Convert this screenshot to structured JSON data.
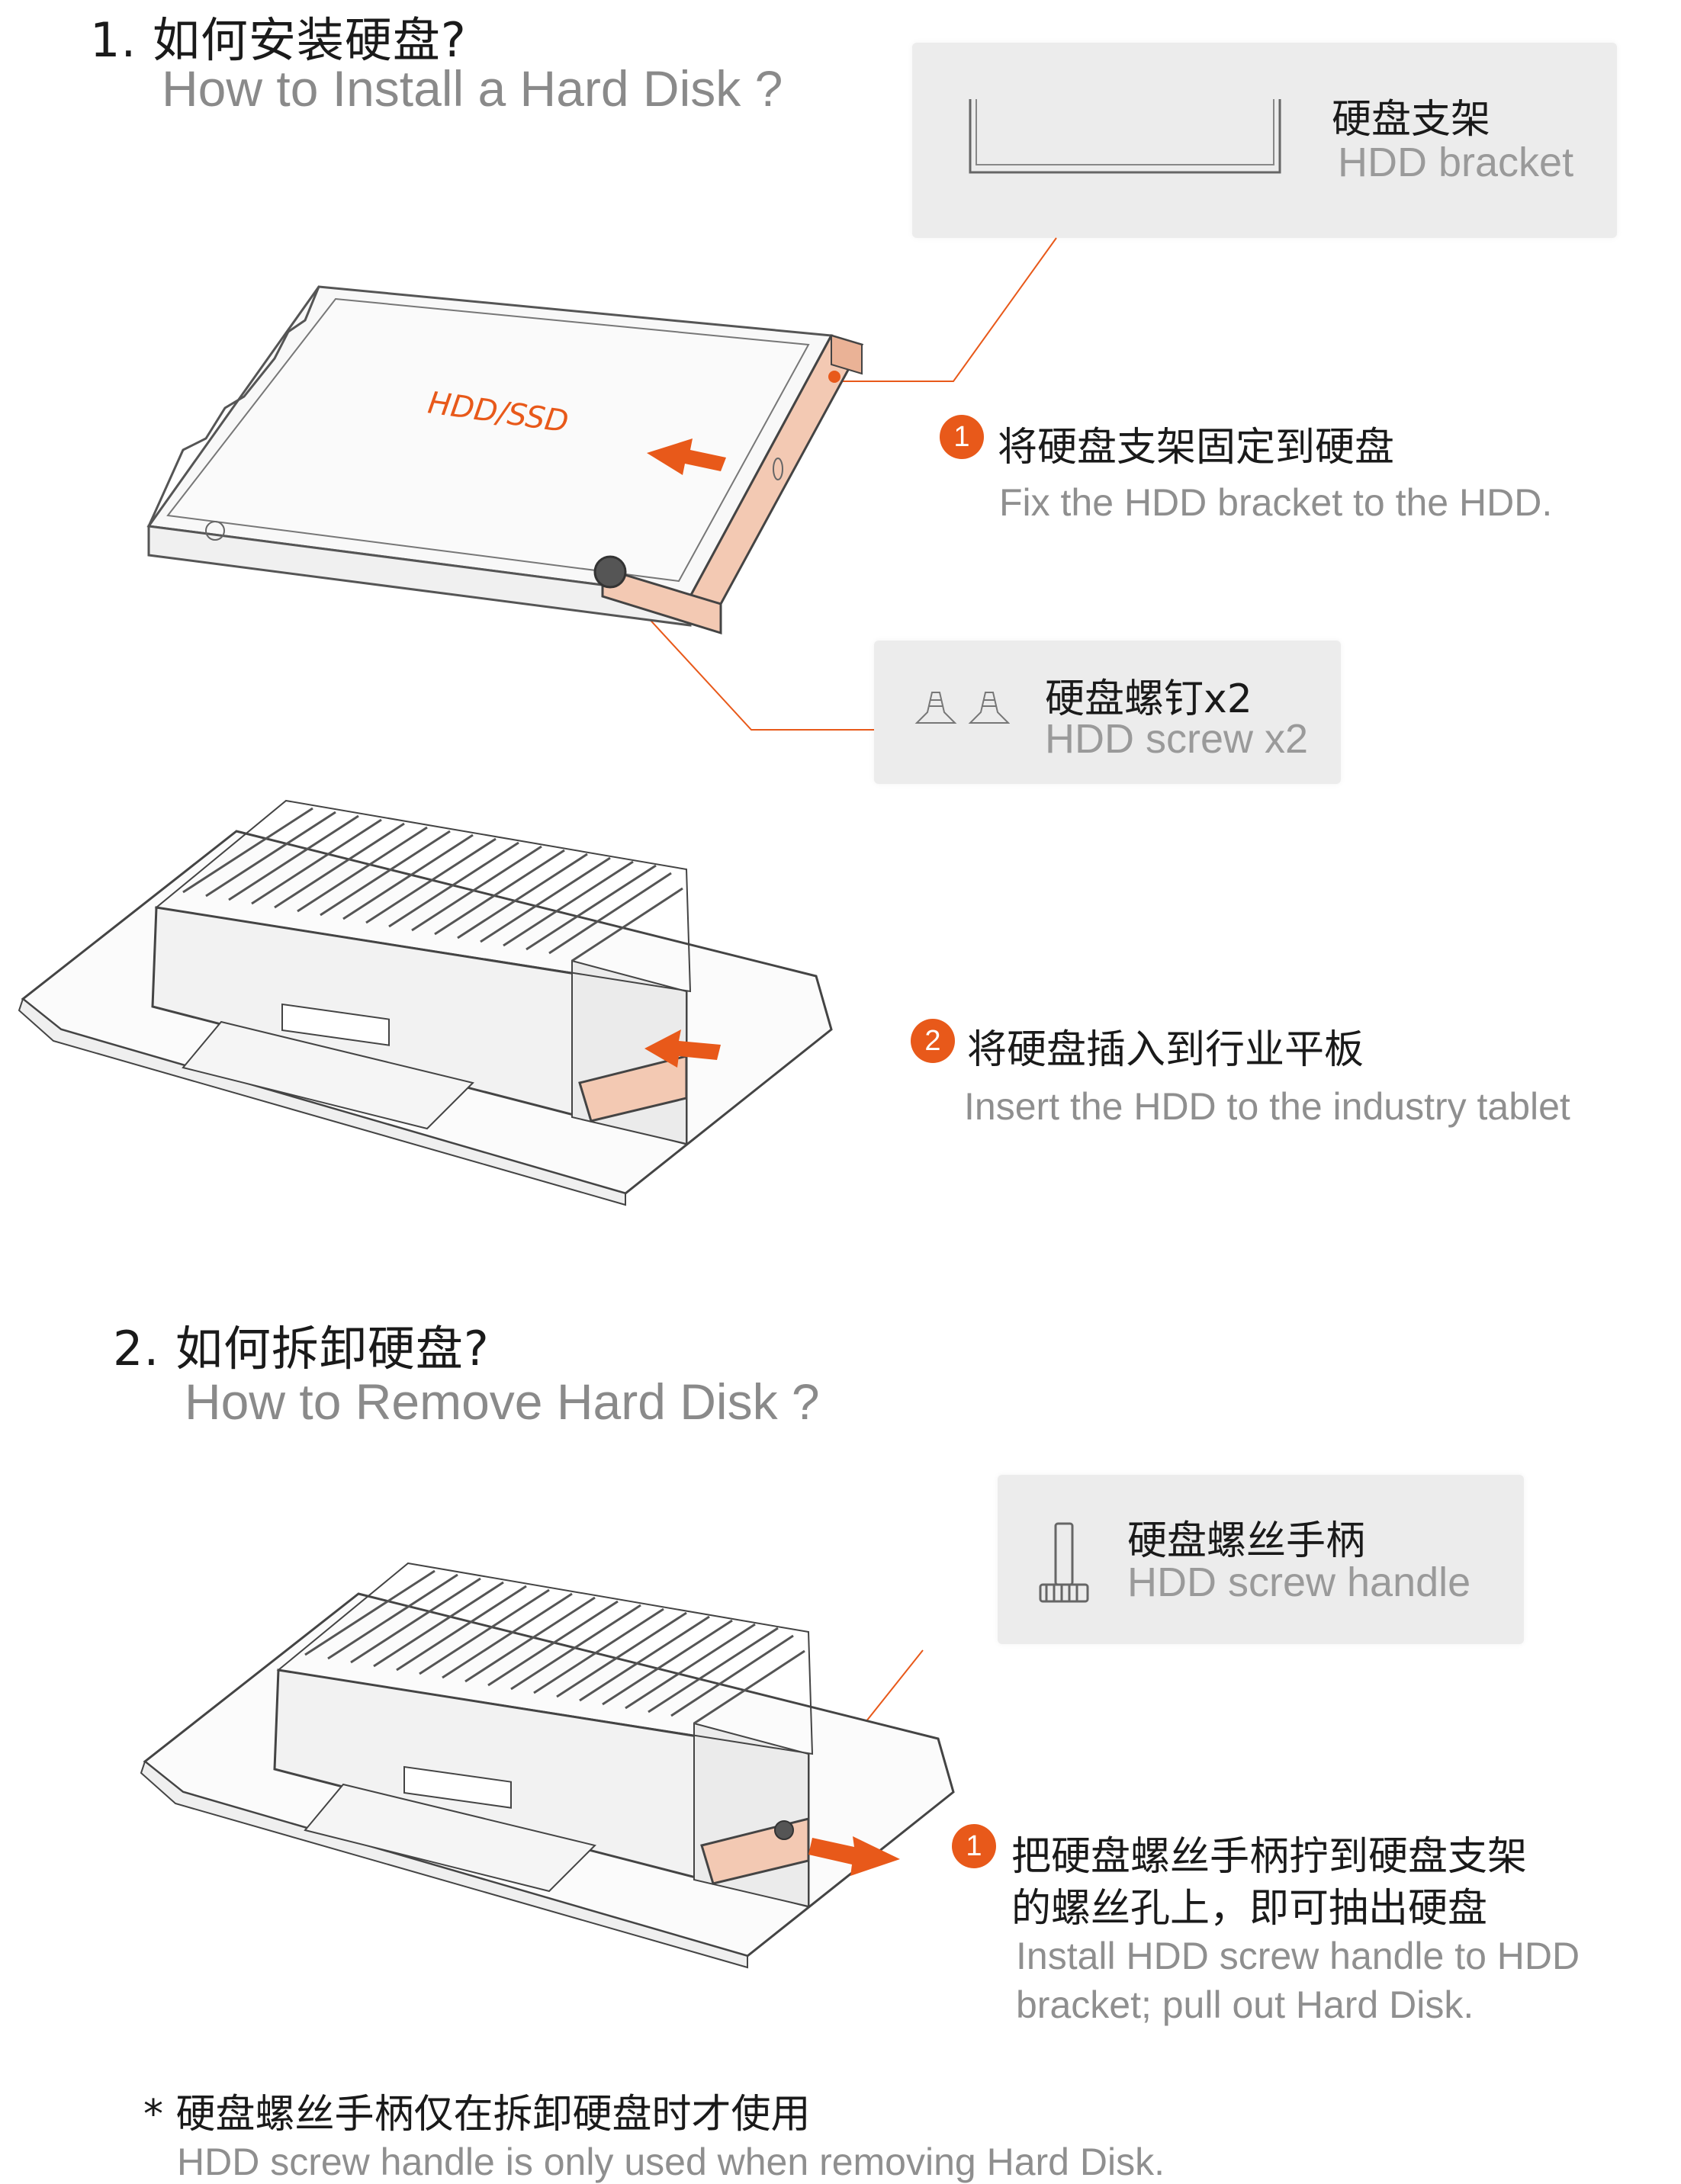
{
  "section1": {
    "title_cn": "1. 如何安装硬盘?",
    "title_en": "How to Install a Hard Disk ?"
  },
  "bracket_box": {
    "cn": "硬盘支架",
    "en": "HDD bracket"
  },
  "hdd_label": "HDD/SSD",
  "step1": {
    "num": "1",
    "cn": "将硬盘支架固定到硬盘",
    "en": "Fix the HDD bracket to the HDD."
  },
  "screw_box": {
    "cn": "硬盘螺钉x2",
    "en": "HDD screw x2"
  },
  "step2": {
    "num": "2",
    "cn": "将硬盘插入到行业平板",
    "en": "Insert the HDD to the industry tablet"
  },
  "section2": {
    "title_cn": "2. 如何拆卸硬盘?",
    "title_en": "How to Remove Hard Disk ?"
  },
  "handle_box": {
    "cn": "硬盘螺丝手柄",
    "en": "HDD screw handle"
  },
  "remove_step": {
    "num": "1",
    "cn_line1": "把硬盘螺丝手柄拧到硬盘支架",
    "cn_line2": "的螺丝孔上，即可抽出硬盘",
    "en_line1": "Install HDD screw handle to HDD",
    "en_line2": "bracket; pull out Hard Disk."
  },
  "note": {
    "cn": "* 硬盘螺丝手柄仅在拆卸硬盘时才使用",
    "en": "HDD screw handle is only used when removing Hard Disk."
  },
  "colors": {
    "accent": "#e8591a",
    "bracket_fill": "#f3c9b3",
    "box_bg": "#ececec"
  }
}
